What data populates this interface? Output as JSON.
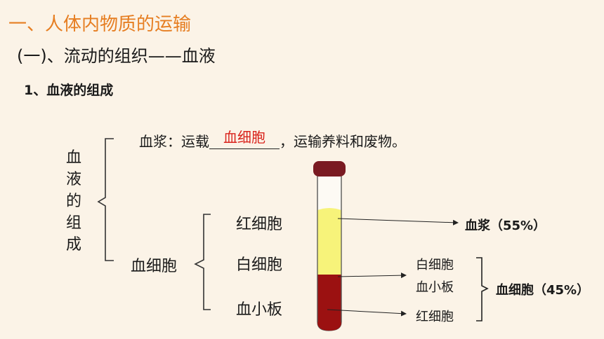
{
  "header": {
    "title": "一、人体内物质的运输",
    "subtitle": "(一)、流动的组织——血液",
    "section": "1、血液的组成"
  },
  "plasma_line": {
    "prefix": "血浆：运载",
    "blank_answer": "血细胞",
    "suffix": "，运输养料和废物。"
  },
  "tree": {
    "root": [
      "血",
      "液",
      "的",
      "组",
      "成"
    ],
    "cells_label": "血细胞",
    "cell_types": [
      "红细胞",
      "白细胞",
      "血小板"
    ]
  },
  "tube_labels": {
    "plasma": "血浆（55%）",
    "wbc": "白细胞",
    "platelet": "血小板",
    "rbc": "红细胞",
    "cells": "血细胞（45%）"
  },
  "colors": {
    "title": "#e67e22",
    "answer": "#d9231c",
    "plasma": "#f7f37a",
    "rbc_layer": "#9b1111",
    "cap": "#7a1a22"
  }
}
